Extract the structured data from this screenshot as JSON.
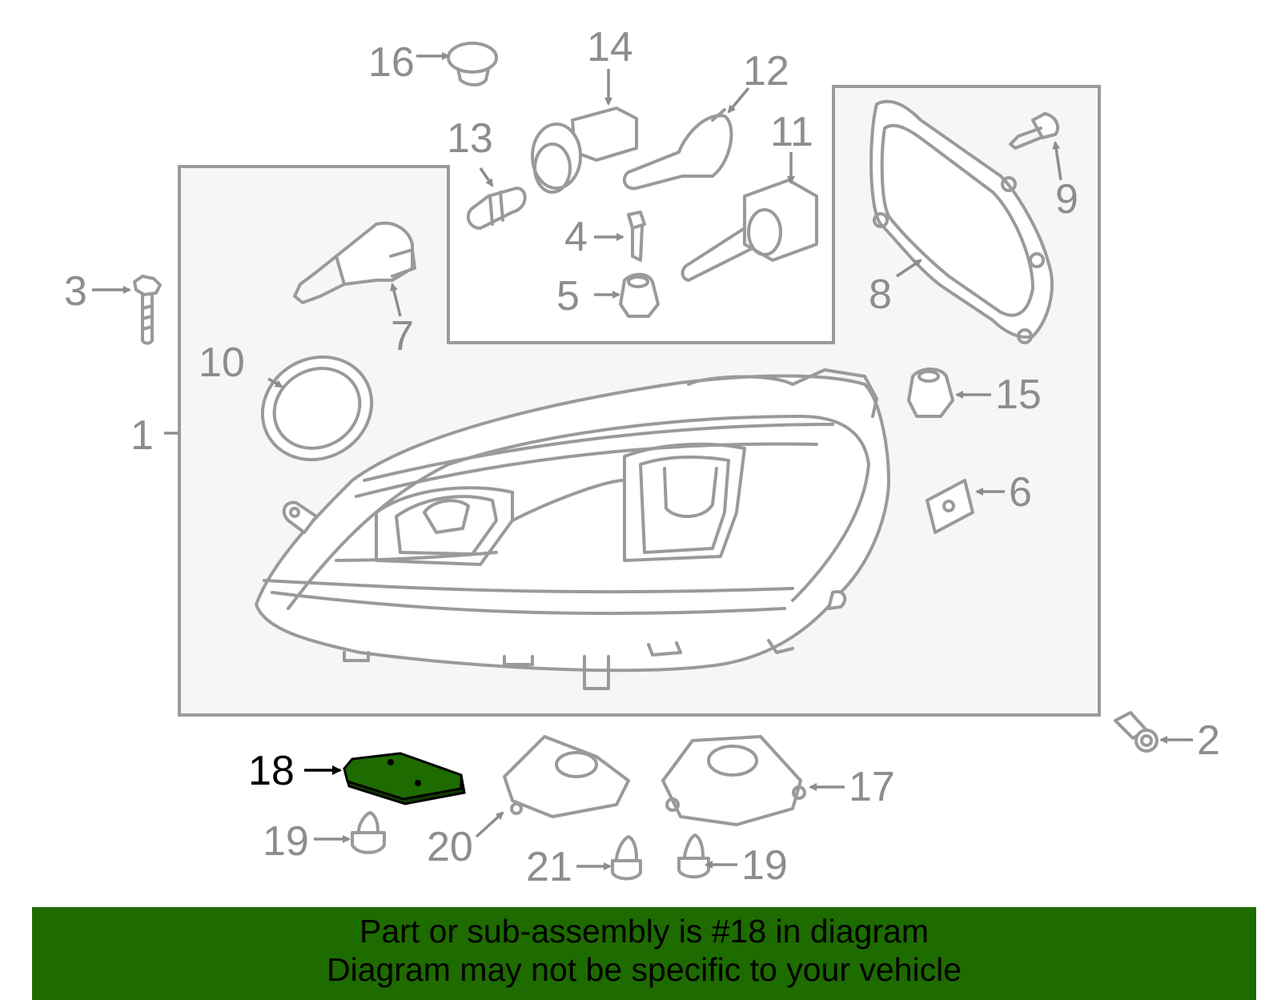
{
  "colors": {
    "banner": "#1e6b00",
    "highlight_part": "#1e6b00",
    "line": "#9a9a9a",
    "label": "#8d8d8d"
  },
  "labels": {
    "p1": "1",
    "p2": "2",
    "p3": "3",
    "p4": "4",
    "p5": "5",
    "p6": "6",
    "p7": "7",
    "p8": "8",
    "p9": "9",
    "p10": "10",
    "p11": "11",
    "p12": "12",
    "p13": "13",
    "p14": "14",
    "p15": "15",
    "p16": "16",
    "p17": "17",
    "p18": "18",
    "p19a": "19",
    "p19b": "19",
    "p20": "20",
    "p21": "21"
  },
  "banner": {
    "line1": "Part or sub-assembly is #18 in diagram",
    "line2": "Diagram may not be specific to your vehicle"
  }
}
